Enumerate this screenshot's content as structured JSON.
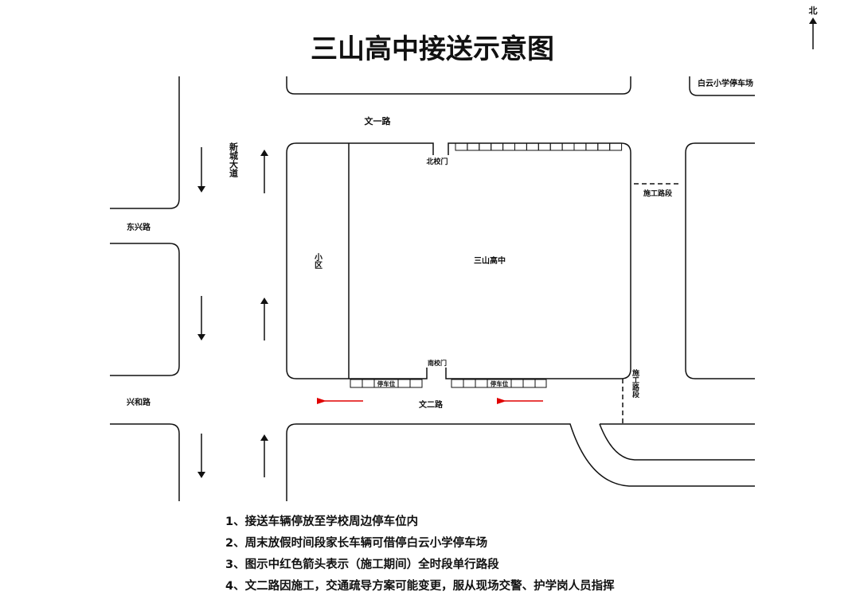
{
  "title": "三山高中接送示意图",
  "compass": "北",
  "labels": {
    "wenyi_road": "文一路",
    "wener_road": "文二路",
    "xincheng_avenue": "新城大道",
    "dongxing_road": "东兴路",
    "xinghe_road": "兴和路",
    "residential": "小区",
    "school": "三山高中",
    "north_gate": "北校门",
    "south_gate": "南校门",
    "construction_top": "施工路段",
    "construction_bottom": "施工路段",
    "baiyun_parking": "白云小学停车场",
    "parking_left": "停车位",
    "parking_right": "停车位"
  },
  "colors": {
    "one_way_arrow": "#e00000",
    "line": "#111111"
  },
  "notes": [
    "1、接送车辆停放至学校周边停车位内",
    "2、周末放假时间段家长车辆可借停白云小学停车场",
    "3、图示中红色箭头表示（施工期间）全时段单行路段",
    "4、文二路因施工，交通疏导方案可能变更，服从现场交警、护学岗人员指挥"
  ]
}
